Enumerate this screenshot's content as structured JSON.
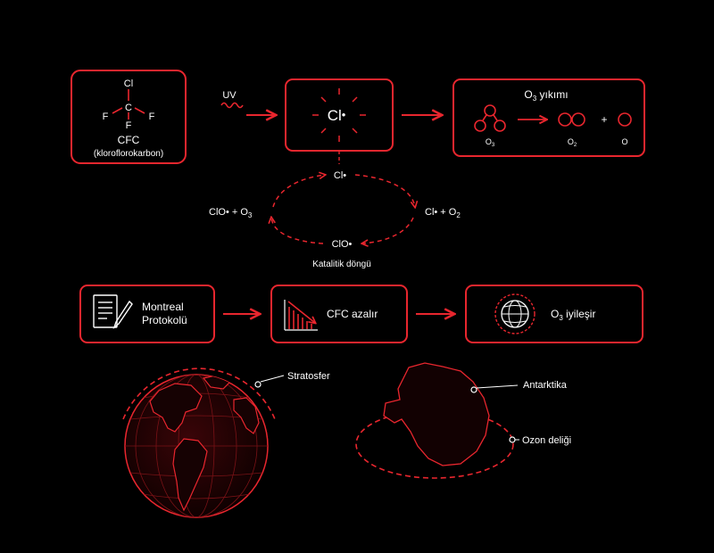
{
  "cfc": {
    "atom_top": "Cl",
    "atom_center": "C",
    "atom_left": "F",
    "atom_right": "F",
    "atom_bottom": "F",
    "name": "CFC",
    "fullname": "(kloroflorokarbon)"
  },
  "uv_label": "UV",
  "radical": {
    "symbol": "Cl",
    "dot": "•"
  },
  "ozone_destruction": {
    "title_prefix": "O",
    "title_sub": "3",
    "title_suffix": " yıkımı",
    "o3_label": "O",
    "o3_sub": "3",
    "o2_label": "O",
    "o2_sub": "2",
    "plus": "+",
    "o_label": "O"
  },
  "cycle": {
    "top": "Cl•",
    "right_prefix": "Cl• + O",
    "right_sub": "2",
    "bottom": "ClO•",
    "left_prefix": "ClO• + O",
    "left_sub": "3",
    "caption": "Katalitik döngü"
  },
  "montreal": {
    "line1": "Montreal",
    "line2": "Protokolü"
  },
  "cfc_decrease": "CFC azalır",
  "ozone_recovery": {
    "prefix": "O",
    "sub": "3",
    "suffix": " iyileşir"
  },
  "stratosphere_label": "Stratosfer",
  "antarctica_label": "Antarktika",
  "ozone_hole_label": "Ozon deliği",
  "colors": {
    "accent": "#e8262e",
    "background": "#000000",
    "text": "#ffffff"
  },
  "icons": [
    "wavy-uv-icon",
    "radical-burst-icon",
    "ozone-molecule-icon",
    "document-pen-icon",
    "declining-chart-icon",
    "globe-ring-icon",
    "earth-globe-icon",
    "antarctica-map-icon"
  ]
}
